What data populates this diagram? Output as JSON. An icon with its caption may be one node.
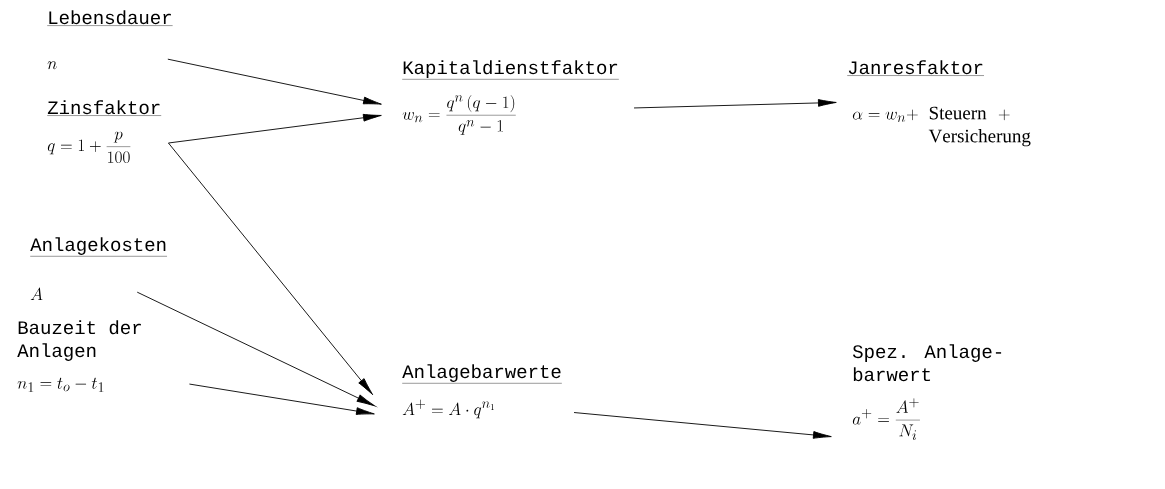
{
  "diagram": {
    "nodes": [
      {
        "text": [
          "Lebensdauer",
          "n"
        ]
      },
      {
        "text": [
          "Zinsfaktor",
          "q = 1 + \\frac{p}{100}"
        ]
      },
      {
        "text": [
          "Anlagekosten",
          "A"
        ]
      },
      {
        "text": [
          "Bauzeit der Anlagen",
          "n_1 = t_o - t_1"
        ]
      },
      {
        "text": [
          "Kapitaldienstfaktor",
          "w_n = \\frac{q^n\\,(q - 1)}{q^n - 1}"
        ]
      },
      {
        "text": [
          "Janresfaktor",
          "\\begin{array}{ll}\\alpha = w_n + & \\mathrm{Steuern}\\ + \\\\ & \\mathrm{Versicherung}\\end{array}"
        ]
      },
      {
        "text": [
          "Anlagebarwerte",
          "A^+ = A \\cdot q^{n_1}"
        ]
      },
      {
        "text": [
          "Spez. Anlage- barwert",
          "a^+ = \\frac{A^+}{N_i}"
        ]
      }
    ],
    "edges": [
      {
        "from": 0,
        "to": 4,
        "arrow": "to"
      },
      {
        "from": 1,
        "to": 4,
        "arrow": "to"
      },
      {
        "from": 1,
        "to": 6,
        "arrow": "to"
      },
      {
        "from": 2,
        "to": 6,
        "arrow": "to"
      },
      {
        "from": 3,
        "to": 6,
        "arrow": "to"
      },
      {
        "from": 4,
        "to": 5,
        "arrow": "to"
      },
      {
        "from": 6,
        "to": 7,
        "arrow": "to"
      }
    ]
  }
}
